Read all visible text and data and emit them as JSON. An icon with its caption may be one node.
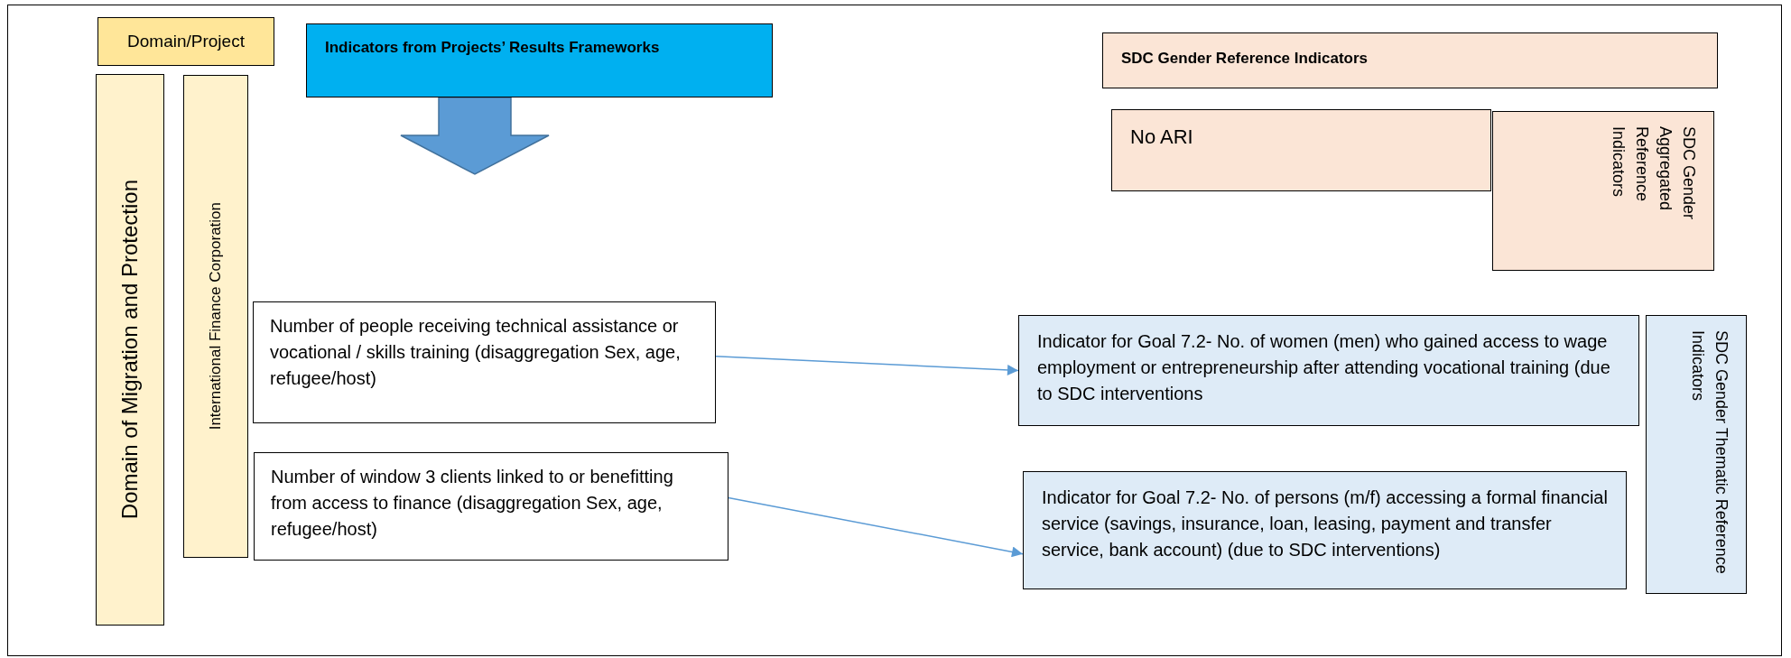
{
  "diagram": {
    "nodes": [
      {
        "text": [
          "Domain/Project"
        ]
      },
      {
        "text": [
          "Indicators from Projects’ Results Frameworks"
        ]
      },
      {
        "text": [
          "Domain of Migration and Protection"
        ]
      },
      {
        "text": [
          "International Finance Corporation"
        ]
      },
      {
        "text": [
          "Number of people receiving technical assistance or vocational / skills training (disaggregation Sex, age, refugee/host)"
        ]
      },
      {
        "text": [
          "Number of window 3 clients linked to or benefitting from access to finance (disaggregation Sex, age, refugee/host)"
        ]
      },
      {
        "text": [
          "SDC Gender Reference Indicators"
        ]
      },
      {
        "text": [
          "No ARI"
        ]
      },
      {
        "text": [
          "SDC Gender Aggregated Reference Indicators"
        ]
      },
      {
        "text": [
          "Indicator for Goal 7.2- No. of women (men) who gained access to wage employment or entrepreneurship after attending vocational training (due to SDC interventions"
        ]
      },
      {
        "text": [
          "Indicator for Goal 7.2- No. of persons (m/f) accessing a formal financial service (savings, insurance, loan, leasing, payment and transfer service, bank account) (due to SDC interventions)"
        ]
      },
      {
        "text": [
          "SDC Gender Thematic Reference Indicators"
        ]
      }
    ],
    "edges": [
      {
        "from": 1,
        "to": null,
        "arrow": "to",
        "style": "thick"
      },
      {
        "from": 4,
        "to": 9,
        "arrow": "to"
      },
      {
        "from": 5,
        "to": 10,
        "arrow": "to"
      }
    ]
  }
}
